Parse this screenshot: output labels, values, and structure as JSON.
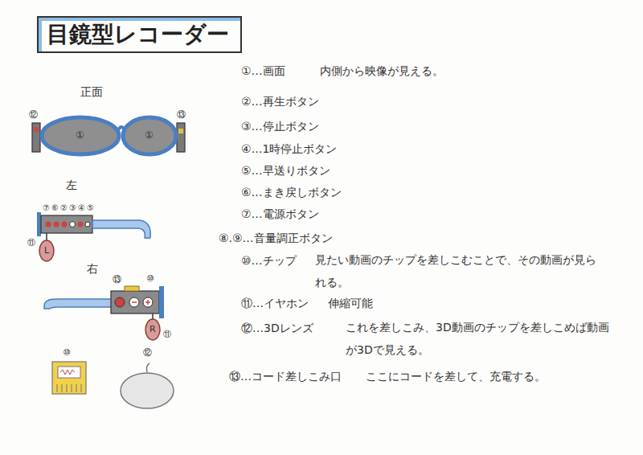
{
  "diagram": {
    "title": "目鏡型レコーダー",
    "labels": [
      "正面",
      "⑫",
      "①",
      "①",
      "⑬",
      "左",
      "⑦",
      "⑥",
      "②",
      "③",
      "④",
      "⑤",
      "⑪",
      "L",
      "右",
      "⑬",
      "⑩",
      "R",
      "⑪",
      "⑩",
      "⑫",
      "①…画面",
      "内側から映像が見える。",
      "②…再生ボタン",
      "③…停止ボタン",
      "④…1時停止ボタン",
      "⑤…早送りボタン",
      "⑥…まき戻しボタン",
      "⑦…電源ボタン",
      "⑧.⑨…音量調正ボタン",
      "⑩…チップ",
      "見たい動画のチップを差しこむことで、その動画が見られる。",
      "⑪…イヤホン",
      "伸縮可能",
      "⑫…3Dレンズ",
      "これを差しこみ、3D動画のチップを差しこめば動画が3Dで見える。",
      "⑬…コード差しこみ口",
      "ここにコードを差して、充電する。"
    ]
  }
}
